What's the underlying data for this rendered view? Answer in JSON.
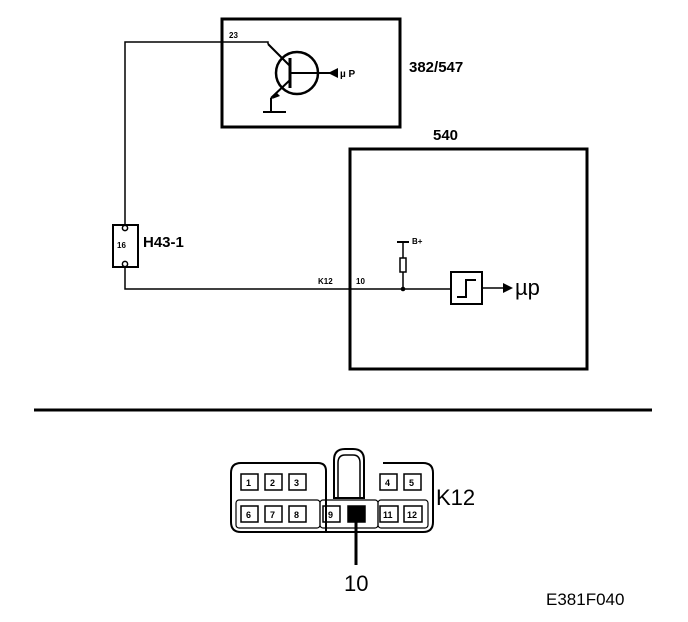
{
  "ecu_top": {
    "label": "382/547",
    "pin": "23",
    "signal": "µ P"
  },
  "ecu_main": {
    "label": "540",
    "pin": "10",
    "supply": "B+",
    "signal": "µp"
  },
  "connector_h43": {
    "label": "H43-1",
    "pin": "16"
  },
  "wire": {
    "label": "K12"
  },
  "k12_connector": {
    "label": "K12",
    "callout_pin": "10",
    "pins_top_left": [
      "1",
      "2",
      "3"
    ],
    "pins_top_right": [
      "4",
      "5"
    ],
    "pins_bottom_left": [
      "6",
      "7",
      "8"
    ],
    "pin_9": "9",
    "pins_bottom_right": [
      "11",
      "12"
    ]
  },
  "figure_code": "E381F040"
}
